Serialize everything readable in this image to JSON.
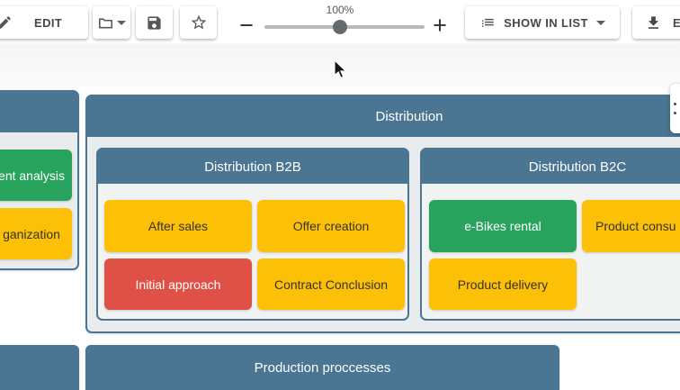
{
  "toolbar": {
    "edit": "EDIT",
    "zoom_value": "100%",
    "zoom_out": "−",
    "zoom_in": "+",
    "show_in_list": "SHOW IN LIST",
    "export_partial": "E"
  },
  "diagram": {
    "left_panel": {
      "analysis_label": "ent analysis",
      "organization_label": "ganization"
    },
    "distribution": {
      "title": "Distribution",
      "b2b": {
        "title": "Distribution B2B",
        "after_sales": "After sales",
        "offer_creation": "Offer creation",
        "initial_approach": "Initial approach",
        "contract_conclusion": "Contract Conclusion"
      },
      "b2c": {
        "title": "Distribution B2C",
        "ebikes_rental": "e-Bikes rental",
        "product_consultation_partial": "Product consu",
        "product_delivery": "Product delivery"
      }
    },
    "production": {
      "title": "Production proccesses"
    },
    "colors": {
      "panel_header_blue": "#4a7693",
      "node_yellow": "#fcc107",
      "node_green": "#27a35e",
      "node_red": "#df5147"
    }
  }
}
